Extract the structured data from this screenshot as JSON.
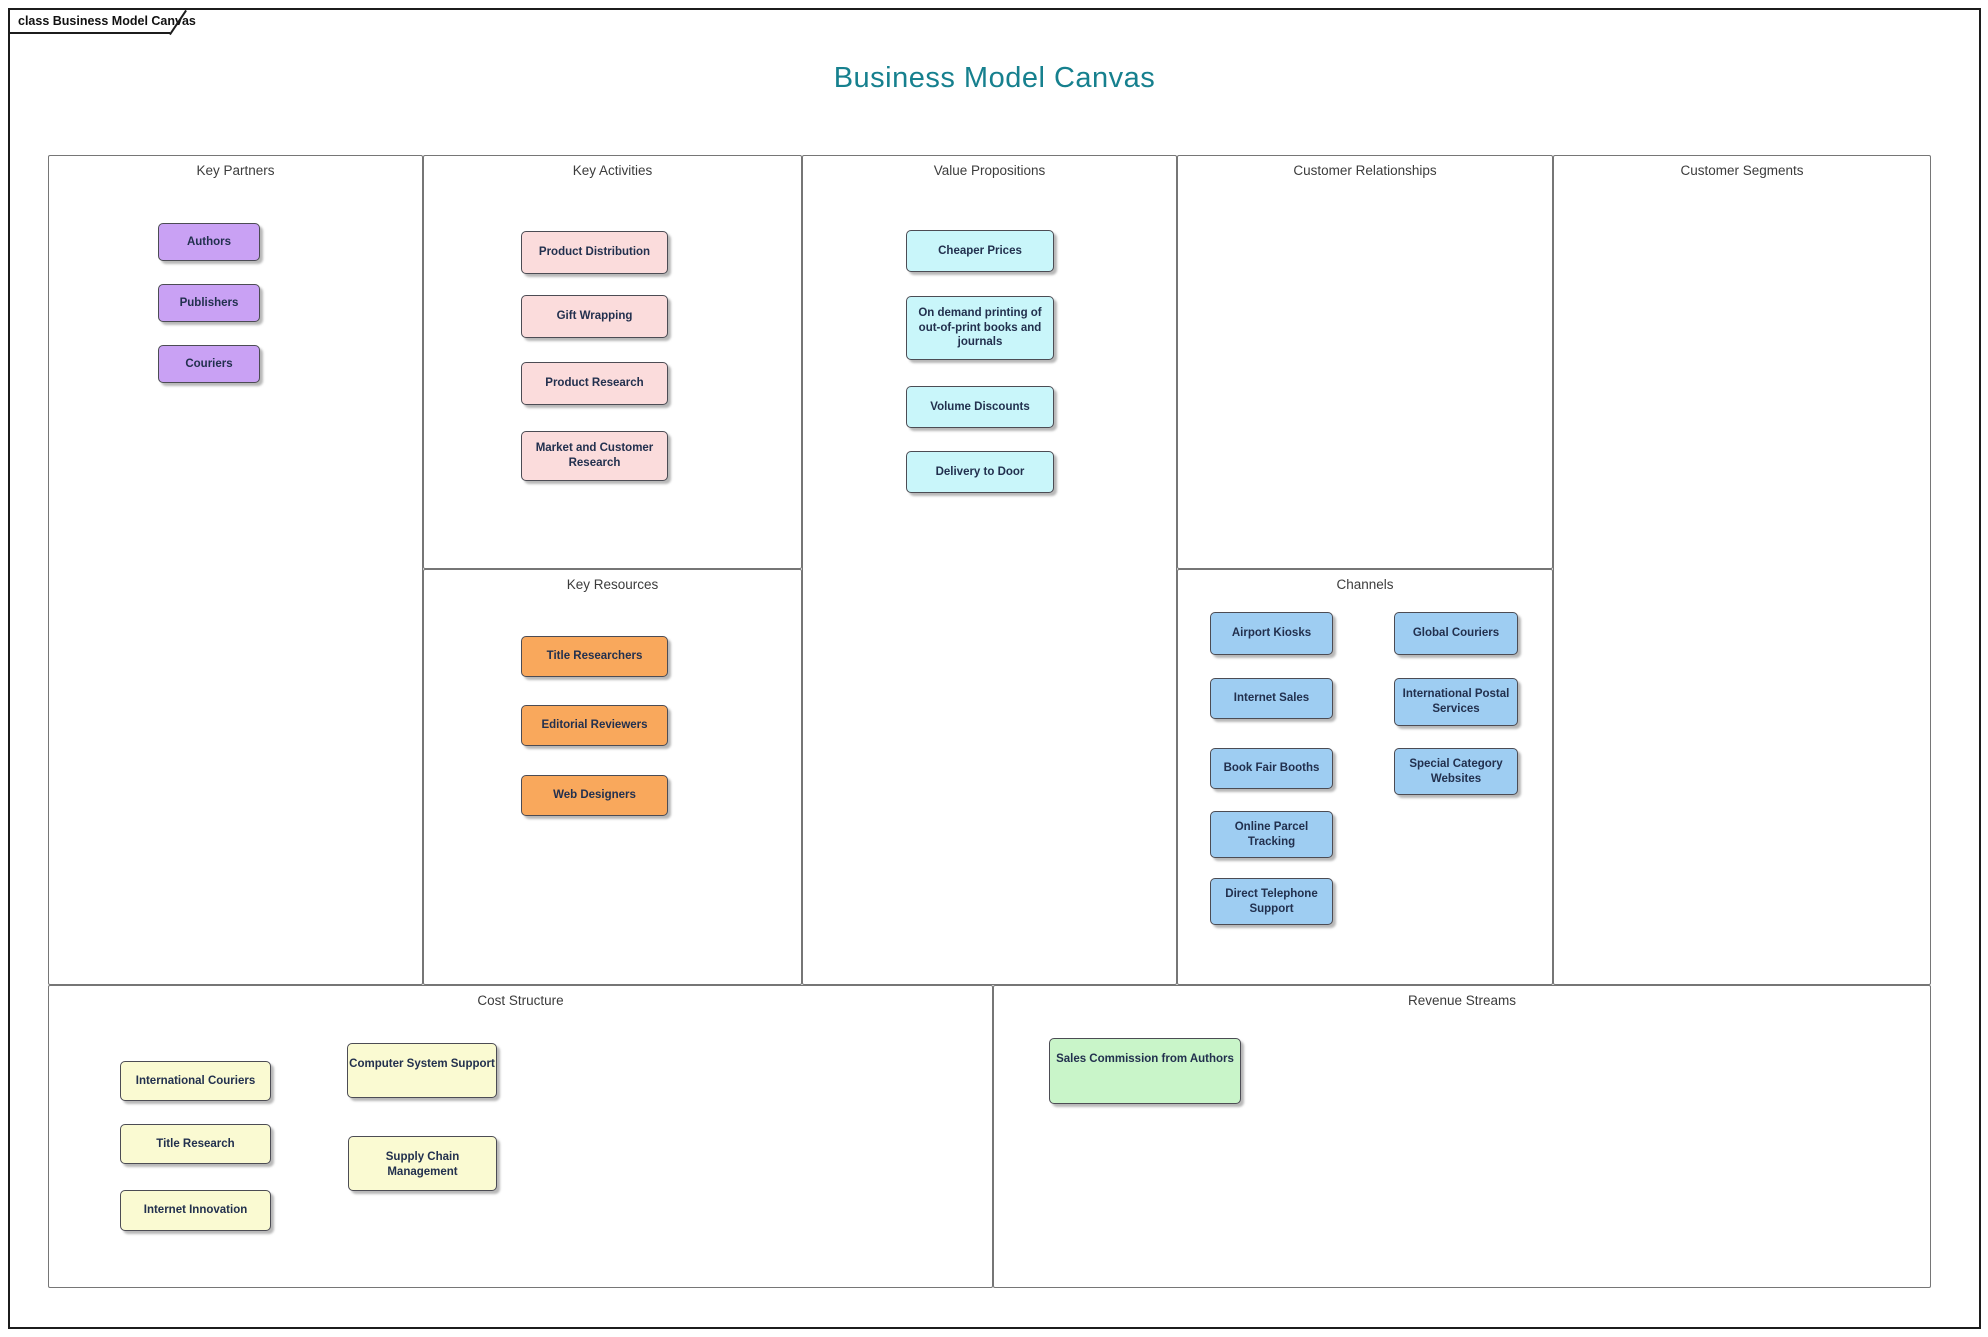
{
  "tab_label": "class Business Model Canvas",
  "diagram_title": "Business Model Canvas",
  "palette": {
    "partners": "#c9a1f4",
    "activities": "#fbdcdc",
    "value_props": "#c9f6fa",
    "resources": "#f9a85c",
    "channels": "#9ecdf2",
    "costs": "#fafad2",
    "revenue": "#c9f5c9",
    "title_accent": "#16808e",
    "panel_border": "#767676"
  },
  "sections": [
    {
      "title": "Key Partners",
      "items": [
        "Authors",
        "Publishers",
        "Couriers"
      ]
    },
    {
      "title": "Key Activities",
      "items": [
        "Product Distribution",
        "Gift Wrapping",
        "Product Research",
        "Market and Customer Research"
      ]
    },
    {
      "title": "Value Propositions",
      "items": [
        "Cheaper Prices",
        "On demand printing of out-of-print books and journals",
        "Volume Discounts",
        "Delivery to Door"
      ]
    },
    {
      "title": "Customer Relationships",
      "items": []
    },
    {
      "title": "Customer Segments",
      "items": []
    },
    {
      "title": "Key Resources",
      "items": [
        "Title Researchers",
        "Editorial Reviewers",
        "Web Designers"
      ]
    },
    {
      "title": "Channels",
      "items": [
        "Airport Kiosks",
        "Internet Sales",
        "Book Fair Booths",
        "Online Parcel Tracking",
        "Direct Telephone Support",
        "Global Couriers",
        "International Postal Services",
        "Special Category Websites"
      ]
    },
    {
      "title": "Cost Structure",
      "items": [
        "International Couriers",
        "Title Research",
        "Internet Innovation",
        "Computer System Support",
        "Supply Chain Management"
      ]
    },
    {
      "title": "Revenue Streams",
      "items": [
        "Sales Commission from Authors"
      ]
    }
  ]
}
